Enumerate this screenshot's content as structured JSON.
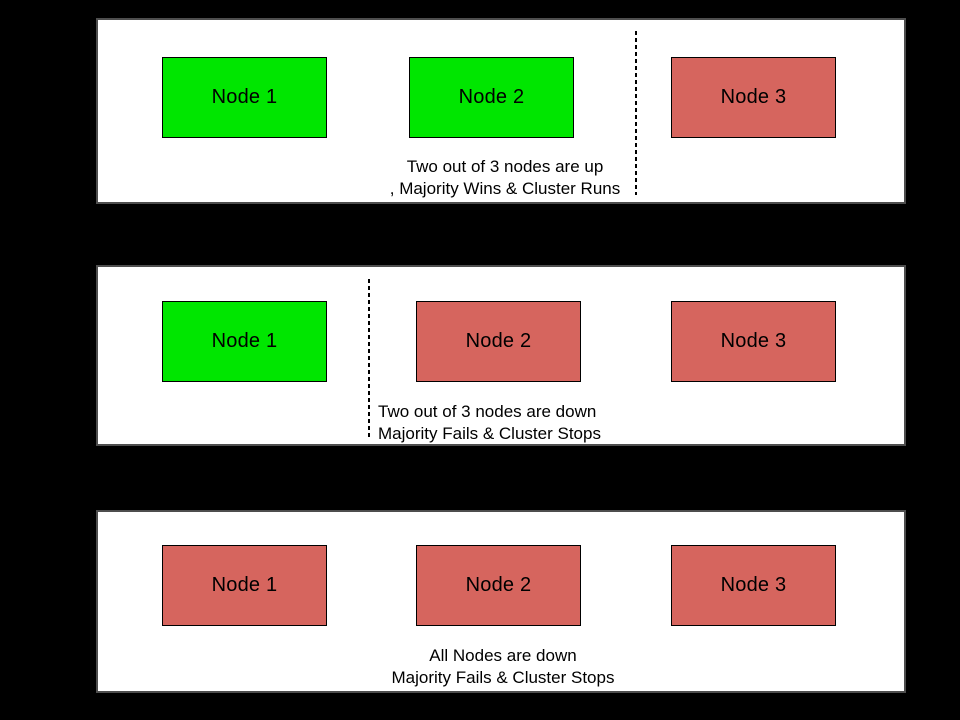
{
  "diagram": {
    "title_hint": "cluster-quorum-states",
    "colors": {
      "background": "#000000",
      "panel_background": "#ffffff",
      "panel_border": "#4e4e4e",
      "node_up": "#00e600",
      "node_down": "#d6655e",
      "node_border": "#000000",
      "text": "#000000"
    },
    "panels": [
      {
        "id": "majority-up",
        "nodes": [
          {
            "label": "Node 1",
            "status": "up"
          },
          {
            "label": "Node 2",
            "status": "up"
          },
          {
            "label": "Node 3",
            "status": "down"
          }
        ],
        "caption": [
          "Two out of 3 nodes are up",
          ", Majority Wins & Cluster Runs"
        ]
      },
      {
        "id": "majority-down",
        "nodes": [
          {
            "label": "Node 1",
            "status": "up"
          },
          {
            "label": "Node 2",
            "status": "down"
          },
          {
            "label": "Node 3",
            "status": "down"
          }
        ],
        "caption": [
          "Two out of 3 nodes are down",
          "Majority Fails & Cluster Stops"
        ]
      },
      {
        "id": "all-down",
        "nodes": [
          {
            "label": "Node 1",
            "status": "down"
          },
          {
            "label": "Node 2",
            "status": "down"
          },
          {
            "label": "Node 3",
            "status": "down"
          }
        ],
        "caption": [
          "All Nodes are down",
          "Majority Fails & Cluster Stops"
        ]
      }
    ]
  }
}
